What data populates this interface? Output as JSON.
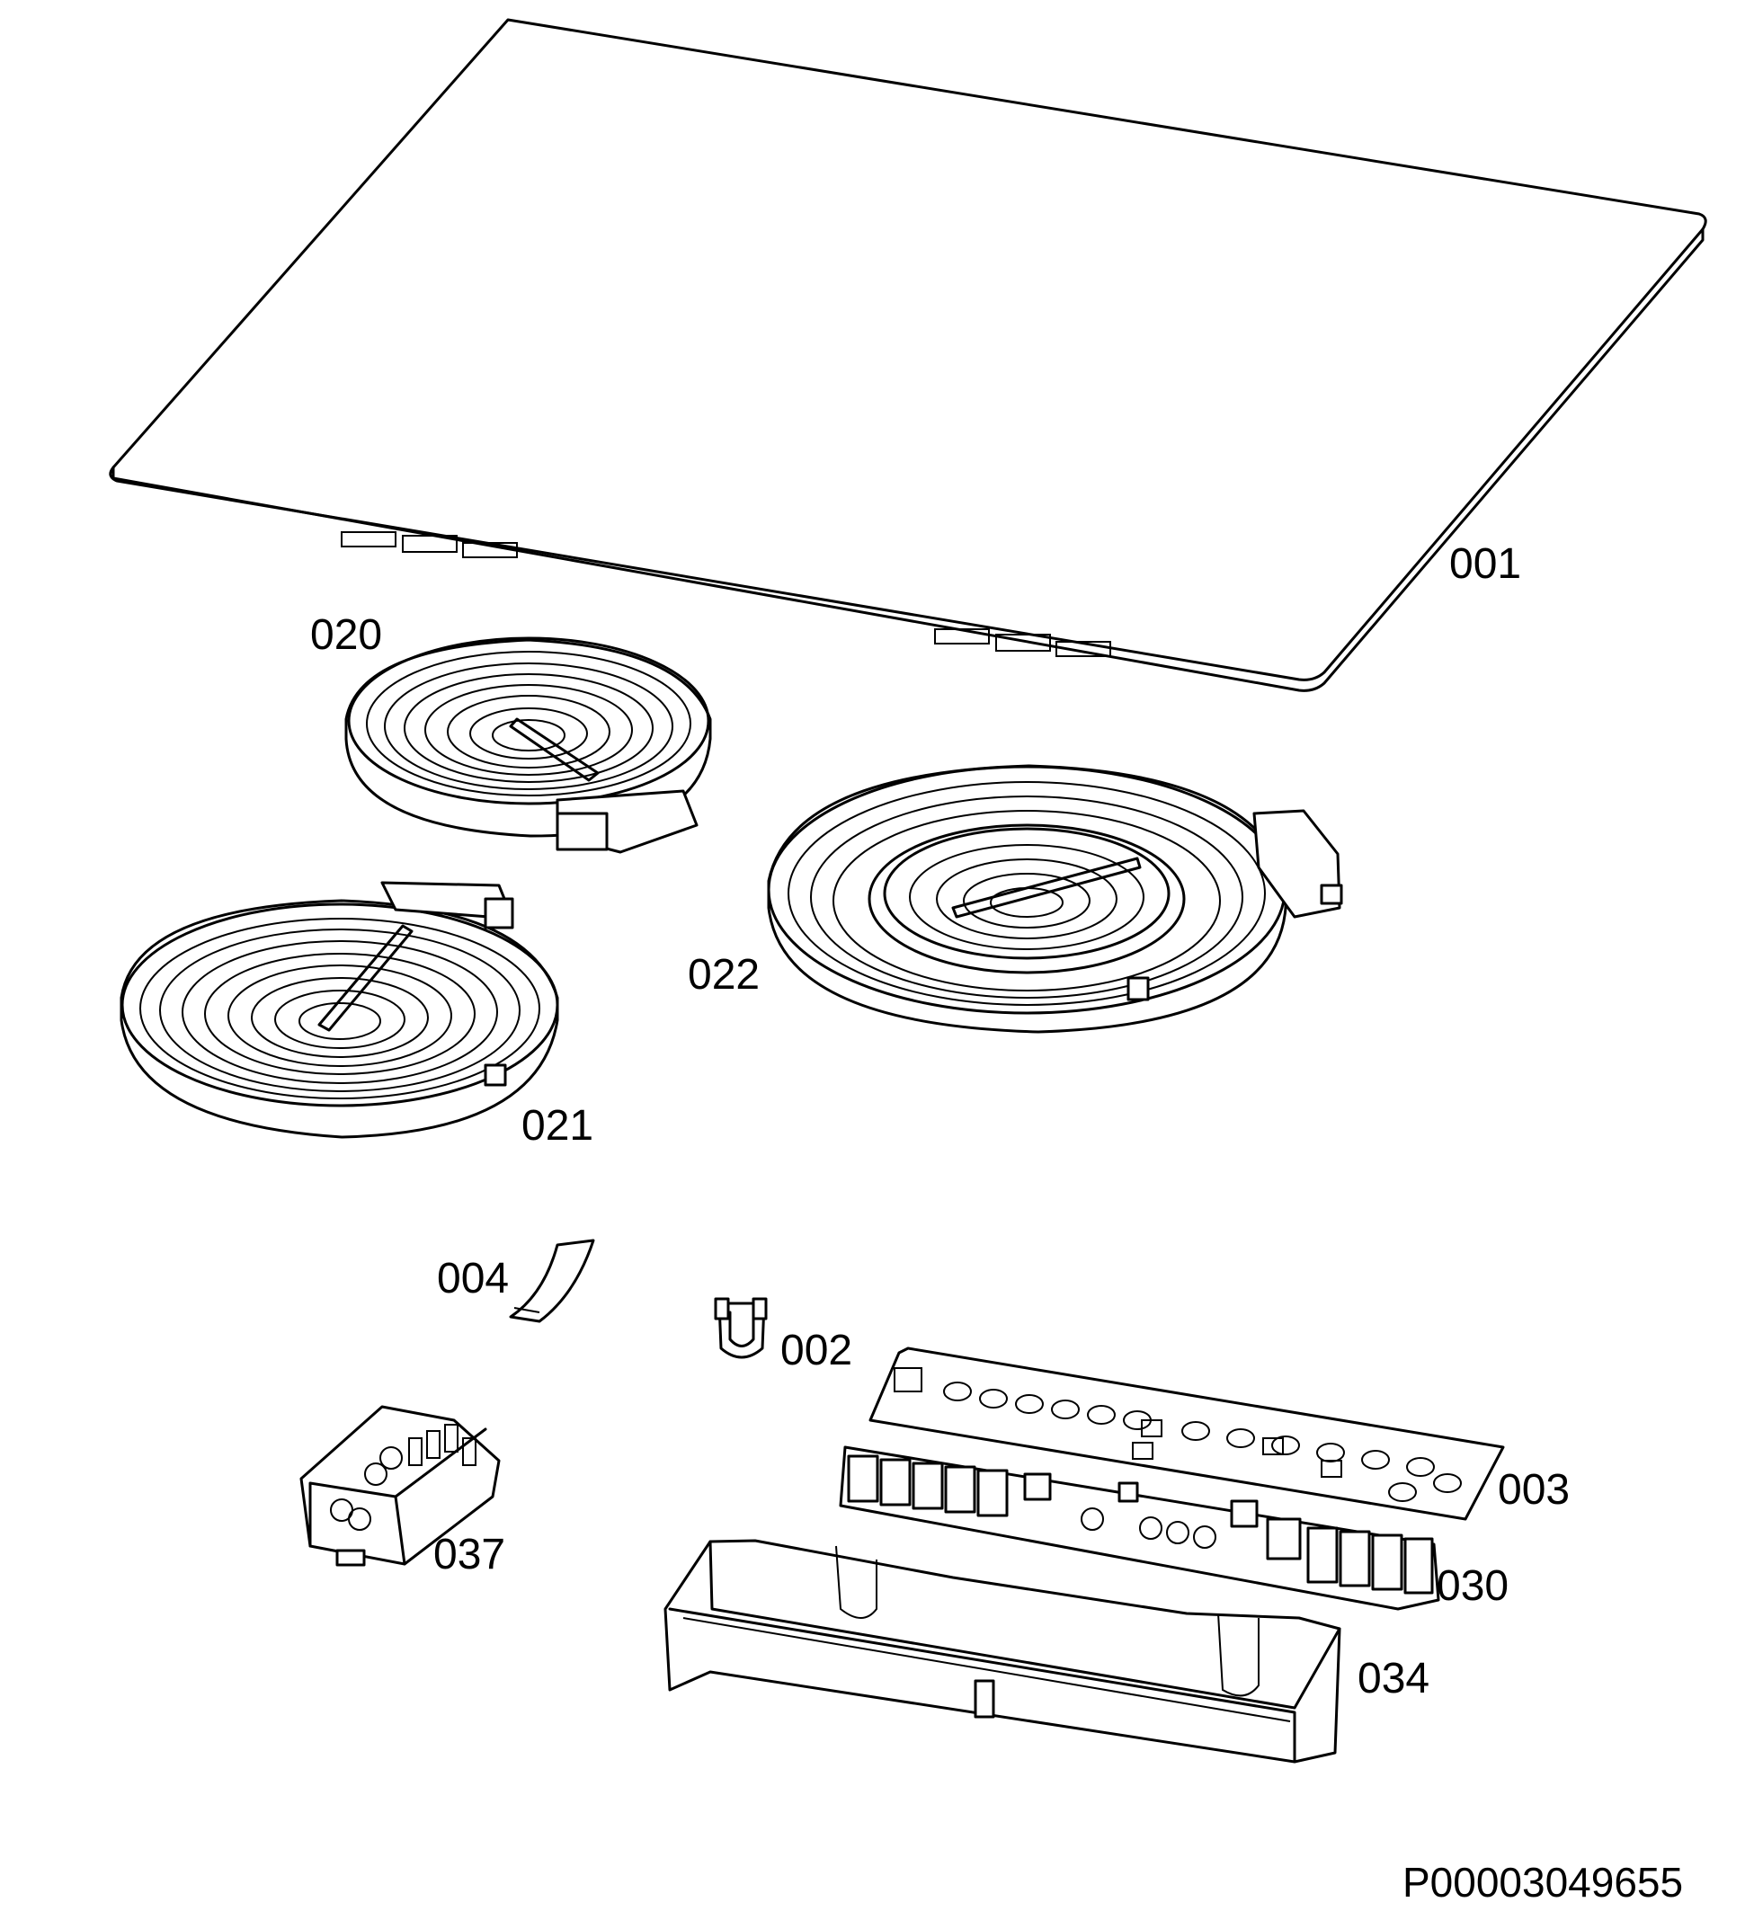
{
  "labels": {
    "p001": "001",
    "p020": "020",
    "p021": "021",
    "p022": "022",
    "p004": "004",
    "p002": "002",
    "p003": "003",
    "p030": "030",
    "p034": "034",
    "p037": "037"
  },
  "drawing_code": "P00003049655"
}
